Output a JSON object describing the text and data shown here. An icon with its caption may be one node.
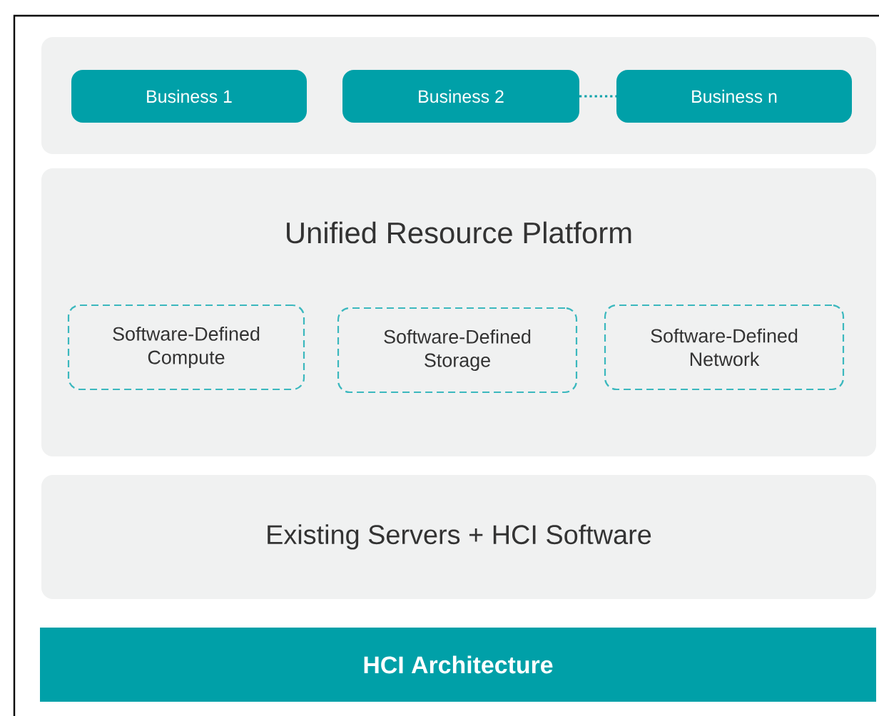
{
  "diagram": {
    "nodes": [
      {
        "text": [],
        "shape": "box"
      },
      {
        "text": [
          "Business 1"
        ],
        "in": 0
      },
      {
        "text": [
          "Business 2"
        ],
        "in": 0
      },
      {
        "text": [
          "Business n"
        ],
        "in": 0
      },
      {
        "text": [
          "Unified Resource Platform"
        ]
      },
      {
        "text": [
          "Software-Defined Compute"
        ],
        "in": 4
      },
      {
        "text": [
          "Software-Defined Storage"
        ],
        "in": 4
      },
      {
        "text": [
          "Software-Defined Network"
        ],
        "in": 4
      },
      {
        "text": [
          "Existing Servers + HCI Software"
        ]
      },
      {
        "text": [
          "HCI Architecture"
        ]
      }
    ],
    "edges": [
      {
        "from": 2,
        "to": 3,
        "arrow": "none",
        "style": "dashed"
      }
    ]
  }
}
